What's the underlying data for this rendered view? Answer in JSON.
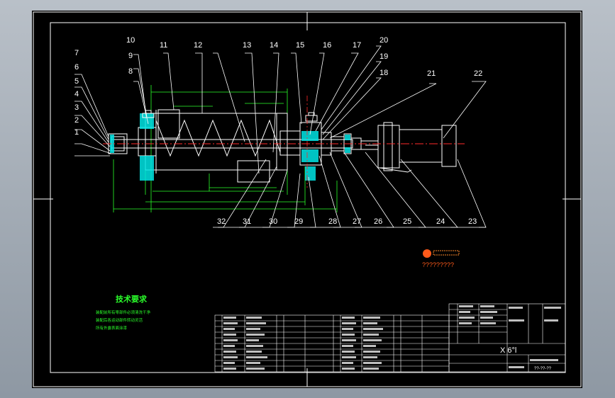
{
  "balloons_top": [
    {
      "label": "10"
    },
    {
      "label": "9"
    },
    {
      "label": "8"
    },
    {
      "label": "11"
    },
    {
      "label": "12"
    },
    {
      "label": "13"
    },
    {
      "label": "14"
    },
    {
      "label": "15"
    },
    {
      "label": "16"
    },
    {
      "label": "17"
    },
    {
      "label": "20"
    },
    {
      "label": "19"
    },
    {
      "label": "18"
    },
    {
      "label": "21"
    },
    {
      "label": "22"
    }
  ],
  "balloons_left": [
    {
      "label": "7"
    },
    {
      "label": "6"
    },
    {
      "label": "5"
    },
    {
      "label": "4"
    },
    {
      "label": "3"
    },
    {
      "label": "2"
    },
    {
      "label": "1"
    }
  ],
  "balloons_bottom": [
    {
      "label": "32"
    },
    {
      "label": "31"
    },
    {
      "label": "30"
    },
    {
      "label": "29"
    },
    {
      "label": "28"
    },
    {
      "label": "27"
    },
    {
      "label": "26"
    },
    {
      "label": "25"
    },
    {
      "label": "24"
    },
    {
      "label": "23"
    }
  ],
  "tech_requirements": {
    "title": "技术要求",
    "lines": [
      "装配前所有零部件必须清洗干净",
      "装配后各运动部件转动灵活",
      "所有外露表面涂漆"
    ]
  },
  "watermark_text": "?????????",
  "title_block": {
    "scale_text": "X 6°l",
    "drawing_number": "??-??-??"
  },
  "colors": {
    "sheet": "#000000",
    "border": "#ffffff",
    "part_outline": "#ffffff",
    "centerline": "#ff2a2a",
    "dimension": "#2aff2a",
    "section_hatch": "#00e5e5",
    "motor": "#ffffff"
  }
}
